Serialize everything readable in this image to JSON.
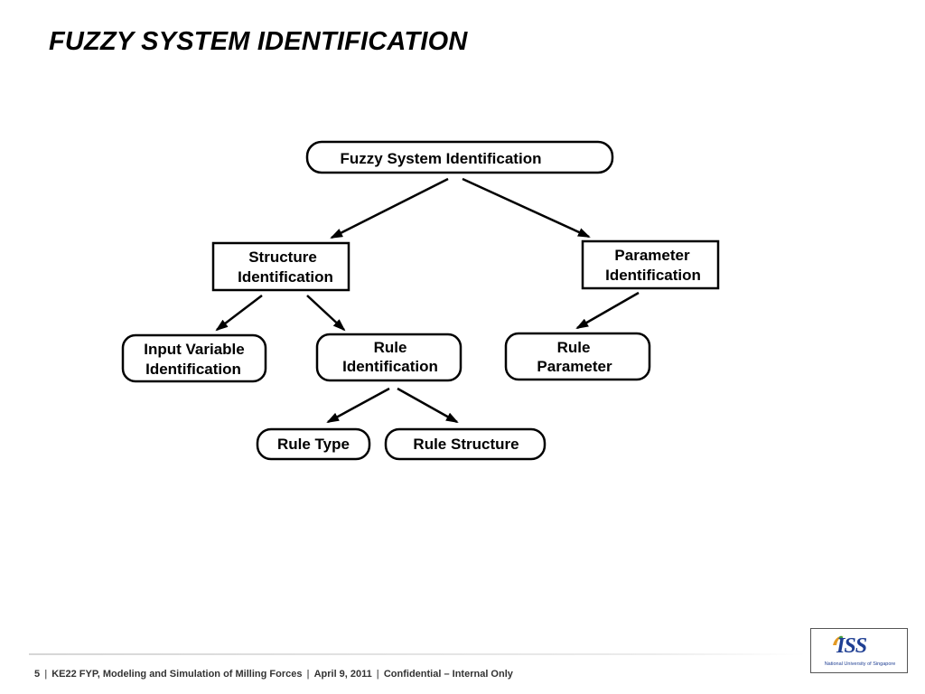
{
  "slide": {
    "title": "FUZZY SYSTEM IDENTIFICATION"
  },
  "diagram": {
    "nodes": {
      "root": {
        "lines": [
          "Fuzzy System Identification"
        ]
      },
      "structure": {
        "lines": [
          "Structure",
          "Identification"
        ]
      },
      "parameter": {
        "lines": [
          "Parameter",
          "Identification"
        ]
      },
      "input_variable": {
        "lines": [
          "Input Variable",
          "Identification"
        ]
      },
      "rule_identification": {
        "lines": [
          "Rule",
          "Identification"
        ]
      },
      "rule_parameter": {
        "lines": [
          "Rule",
          "Parameter"
        ]
      },
      "rule_type": {
        "lines": [
          "Rule Type"
        ]
      },
      "rule_structure": {
        "lines": [
          "Rule Structure"
        ]
      }
    }
  },
  "footer": {
    "page_number": "5",
    "course": "KE22 FYP, Modeling and Simulation of Milling Forces",
    "date": "April 9, 2011",
    "classification": "Confidential – Internal Only"
  },
  "logo": {
    "mark": "ISS",
    "caption": "National University of Singapore"
  }
}
